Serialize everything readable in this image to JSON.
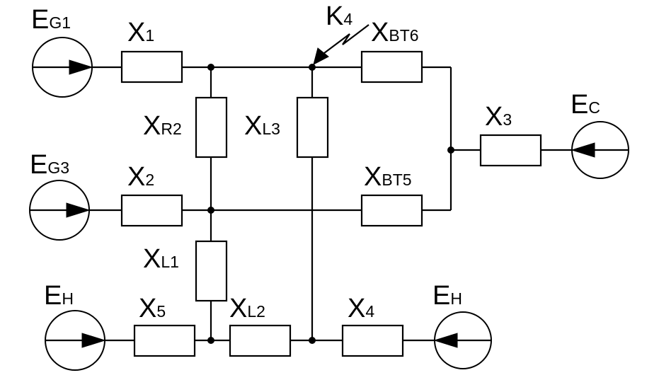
{
  "labels": {
    "eg1": {
      "main": "E",
      "sub": "G1"
    },
    "eg3": {
      "main": "E",
      "sub": "G3"
    },
    "eh_left": {
      "main": "E",
      "sub": "H"
    },
    "eh_right": {
      "main": "E",
      "sub": "H"
    },
    "ec": {
      "main": "E",
      "sub": "C"
    },
    "x1": {
      "main": "X",
      "sub": "1"
    },
    "x2": {
      "main": "X",
      "sub": "2"
    },
    "x3": {
      "main": "X",
      "sub": "3"
    },
    "x4": {
      "main": "X",
      "sub": "4"
    },
    "x5": {
      "main": "X",
      "sub": "5"
    },
    "xr2": {
      "main": "X",
      "sub": "R2"
    },
    "xl1": {
      "main": "X",
      "sub": "L1"
    },
    "xl2": {
      "main": "X",
      "sub": "L2"
    },
    "xl3": {
      "main": "X",
      "sub": "L3"
    },
    "xbt5": {
      "main": "X",
      "sub": "BT5"
    },
    "xbt6": {
      "main": "X",
      "sub": "BT6"
    },
    "k4": {
      "main": "K",
      "sub": "4"
    }
  }
}
